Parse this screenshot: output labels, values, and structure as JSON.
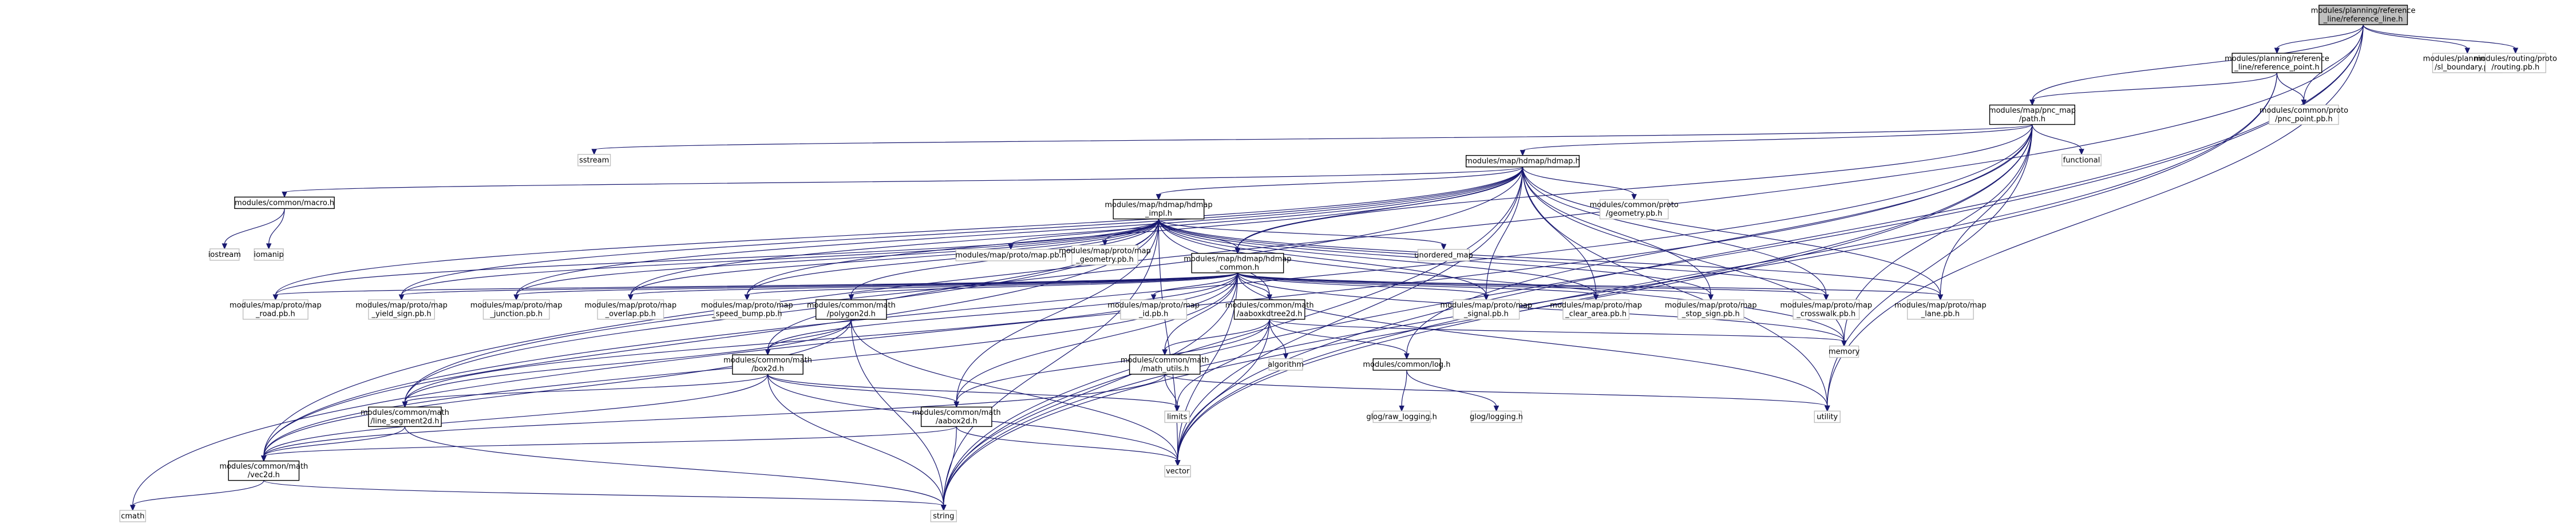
{
  "diagram": {
    "nodes": [
      {
        "id": "root",
        "lines": [
          "modules/planning/reference",
          "_line/reference_line.h"
        ],
        "kind": "root"
      },
      {
        "id": "ref_point",
        "lines": [
          "modules/planning/reference",
          "_line/reference_point.h"
        ],
        "kind": "internal"
      },
      {
        "id": "sl_boundary",
        "lines": [
          "modules/planning/proto",
          "/sl_boundary.pb.h"
        ],
        "kind": "external"
      },
      {
        "id": "routing_pb",
        "lines": [
          "modules/routing/proto",
          "/routing.pb.h"
        ],
        "kind": "external"
      },
      {
        "id": "pnc_map",
        "lines": [
          "modules/map/pnc_map",
          "/path.h"
        ],
        "kind": "internal"
      },
      {
        "id": "pnc_point_pb",
        "lines": [
          "modules/common/proto",
          "/pnc_point.pb.h"
        ],
        "kind": "external"
      },
      {
        "id": "sstream",
        "lines": [
          "sstream"
        ],
        "kind": "external"
      },
      {
        "id": "hdmap_h",
        "lines": [
          "modules/map/hdmap/hdmap.h"
        ],
        "kind": "internal"
      },
      {
        "id": "functional",
        "lines": [
          "functional"
        ],
        "kind": "external"
      },
      {
        "id": "macro_h",
        "lines": [
          "modules/common/macro.h"
        ],
        "kind": "internal"
      },
      {
        "id": "hdmap_impl",
        "lines": [
          "modules/map/hdmap/hdmap",
          "_impl.h"
        ],
        "kind": "internal"
      },
      {
        "id": "common_geometry_pb",
        "lines": [
          "modules/common/proto",
          "/geometry.pb.h"
        ],
        "kind": "external"
      },
      {
        "id": "iostream",
        "lines": [
          "iostream"
        ],
        "kind": "external"
      },
      {
        "id": "iomanip",
        "lines": [
          "iomanip"
        ],
        "kind": "external"
      },
      {
        "id": "map_pb",
        "lines": [
          "modules/map/proto/map.pb.h"
        ],
        "kind": "external"
      },
      {
        "id": "map_geometry_pb",
        "lines": [
          "modules/map/proto/map",
          "_geometry.pb.h"
        ],
        "kind": "external"
      },
      {
        "id": "hdmap_common",
        "lines": [
          "modules/map/hdmap/hdmap",
          "_common.h"
        ],
        "kind": "internal"
      },
      {
        "id": "unordered_map",
        "lines": [
          "unordered_map"
        ],
        "kind": "external"
      },
      {
        "id": "map_road_pb",
        "lines": [
          "modules/map/proto/map",
          "_road.pb.h"
        ],
        "kind": "external"
      },
      {
        "id": "map_yield_sign_pb",
        "lines": [
          "modules/map/proto/map",
          "_yield_sign.pb.h"
        ],
        "kind": "external"
      },
      {
        "id": "map_junction_pb",
        "lines": [
          "modules/map/proto/map",
          "_junction.pb.h"
        ],
        "kind": "external"
      },
      {
        "id": "map_overlap_pb",
        "lines": [
          "modules/map/proto/map",
          "_overlap.pb.h"
        ],
        "kind": "external"
      },
      {
        "id": "map_speed_bump_pb",
        "lines": [
          "modules/map/proto/map",
          "_speed_bump.pb.h"
        ],
        "kind": "external"
      },
      {
        "id": "polygon2d",
        "lines": [
          "modules/common/math",
          "/polygon2d.h"
        ],
        "kind": "internal"
      },
      {
        "id": "map_id_pb",
        "lines": [
          "modules/map/proto/map",
          "_id.pb.h"
        ],
        "kind": "external"
      },
      {
        "id": "aaboxkdtree2d",
        "lines": [
          "modules/common/math",
          "/aaboxkdtree2d.h"
        ],
        "kind": "internal"
      },
      {
        "id": "map_signal_pb",
        "lines": [
          "modules/map/proto/map",
          "_signal.pb.h"
        ],
        "kind": "external"
      },
      {
        "id": "map_clear_area_pb",
        "lines": [
          "modules/map/proto/map",
          "_clear_area.pb.h"
        ],
        "kind": "external"
      },
      {
        "id": "map_stop_sign_pb",
        "lines": [
          "modules/map/proto/map",
          "_stop_sign.pb.h"
        ],
        "kind": "external"
      },
      {
        "id": "map_crosswalk_pb",
        "lines": [
          "modules/map/proto/map",
          "_crosswalk.pb.h"
        ],
        "kind": "external"
      },
      {
        "id": "map_lane_pb",
        "lines": [
          "modules/map/proto/map",
          "_lane.pb.h"
        ],
        "kind": "external"
      },
      {
        "id": "memory",
        "lines": [
          "memory"
        ],
        "kind": "external"
      },
      {
        "id": "box2d",
        "lines": [
          "modules/common/math",
          "/box2d.h"
        ],
        "kind": "internal"
      },
      {
        "id": "math_utils",
        "lines": [
          "modules/common/math",
          "/math_utils.h"
        ],
        "kind": "internal"
      },
      {
        "id": "algorithm",
        "lines": [
          "algorithm"
        ],
        "kind": "external"
      },
      {
        "id": "log_h",
        "lines": [
          "modules/common/log.h"
        ],
        "kind": "internal"
      },
      {
        "id": "line_segment2d",
        "lines": [
          "modules/common/math",
          "/line_segment2d.h"
        ],
        "kind": "internal"
      },
      {
        "id": "aabox2d",
        "lines": [
          "modules/common/math",
          "/aabox2d.h"
        ],
        "kind": "internal"
      },
      {
        "id": "limits",
        "lines": [
          "limits"
        ],
        "kind": "external"
      },
      {
        "id": "glog_raw_logging",
        "lines": [
          "glog/raw_logging.h"
        ],
        "kind": "external"
      },
      {
        "id": "glog_logging",
        "lines": [
          "glog/logging.h"
        ],
        "kind": "external"
      },
      {
        "id": "utility",
        "lines": [
          "utility"
        ],
        "kind": "external"
      },
      {
        "id": "vec2d",
        "lines": [
          "modules/common/math",
          "/vec2d.h"
        ],
        "kind": "internal"
      },
      {
        "id": "vector",
        "lines": [
          "vector"
        ],
        "kind": "external"
      },
      {
        "id": "cmath",
        "lines": [
          "cmath"
        ],
        "kind": "external"
      },
      {
        "id": "string",
        "lines": [
          "string"
        ],
        "kind": "external"
      }
    ],
    "edges": [
      [
        "root",
        "ref_point"
      ],
      [
        "root",
        "sl_boundary"
      ],
      [
        "root",
        "routing_pb"
      ],
      [
        "root",
        "pnc_map"
      ],
      [
        "root",
        "pnc_point_pb"
      ],
      [
        "root",
        "vec2d"
      ],
      [
        "root",
        "vector"
      ],
      [
        "root",
        "string"
      ],
      [
        "root",
        "utility"
      ],
      [
        "ref_point",
        "pnc_map"
      ],
      [
        "ref_point",
        "pnc_point_pb"
      ],
      [
        "ref_point",
        "vector"
      ],
      [
        "ref_point",
        "string"
      ],
      [
        "pnc_map",
        "sstream"
      ],
      [
        "pnc_map",
        "hdmap_h"
      ],
      [
        "pnc_map",
        "functional"
      ],
      [
        "pnc_map",
        "hdmap_common"
      ],
      [
        "pnc_map",
        "map_lane_pb"
      ],
      [
        "pnc_map",
        "memory"
      ],
      [
        "pnc_map",
        "utility"
      ],
      [
        "pnc_map",
        "vector"
      ],
      [
        "pnc_map",
        "string"
      ],
      [
        "pnc_map",
        "cmath"
      ],
      [
        "pnc_map",
        "vec2d"
      ],
      [
        "pnc_map",
        "log_h"
      ],
      [
        "hdmap_h",
        "macro_h"
      ],
      [
        "hdmap_h",
        "hdmap_impl"
      ],
      [
        "hdmap_h",
        "common_geometry_pb"
      ],
      [
        "hdmap_h",
        "hdmap_common"
      ],
      [
        "hdmap_h",
        "map_signal_pb"
      ],
      [
        "hdmap_h",
        "map_clear_area_pb"
      ],
      [
        "hdmap_h",
        "map_stop_sign_pb"
      ],
      [
        "hdmap_h",
        "map_crosswalk_pb"
      ],
      [
        "hdmap_h",
        "map_lane_pb"
      ],
      [
        "hdmap_h",
        "memory"
      ],
      [
        "hdmap_h",
        "string"
      ],
      [
        "hdmap_h",
        "vector"
      ],
      [
        "hdmap_h",
        "utility"
      ],
      [
        "hdmap_h",
        "map_junction_pb"
      ],
      [
        "hdmap_h",
        "map_overlap_pb"
      ],
      [
        "hdmap_h",
        "map_road_pb"
      ],
      [
        "hdmap_h",
        "map_yield_sign_pb"
      ],
      [
        "hdmap_h",
        "map_speed_bump_pb"
      ],
      [
        "hdmap_h",
        "line_segment2d"
      ],
      [
        "macro_h",
        "iostream"
      ],
      [
        "macro_h",
        "iomanip"
      ],
      [
        "hdmap_impl",
        "map_pb"
      ],
      [
        "hdmap_impl",
        "map_geometry_pb"
      ],
      [
        "hdmap_impl",
        "hdmap_common"
      ],
      [
        "hdmap_impl",
        "unordered_map"
      ],
      [
        "hdmap_impl",
        "map_road_pb"
      ],
      [
        "hdmap_impl",
        "map_yield_sign_pb"
      ],
      [
        "hdmap_impl",
        "map_junction_pb"
      ],
      [
        "hdmap_impl",
        "map_overlap_pb"
      ],
      [
        "hdmap_impl",
        "map_speed_bump_pb"
      ],
      [
        "hdmap_impl",
        "polygon2d"
      ],
      [
        "hdmap_impl",
        "map_signal_pb"
      ],
      [
        "hdmap_impl",
        "map_clear_area_pb"
      ],
      [
        "hdmap_impl",
        "map_stop_sign_pb"
      ],
      [
        "hdmap_impl",
        "map_crosswalk_pb"
      ],
      [
        "hdmap_impl",
        "map_lane_pb"
      ],
      [
        "hdmap_impl",
        "aaboxkdtree2d"
      ],
      [
        "hdmap_impl",
        "memory"
      ],
      [
        "hdmap_impl",
        "aabox2d"
      ],
      [
        "hdmap_impl",
        "line_segment2d"
      ],
      [
        "hdmap_impl",
        "vec2d"
      ],
      [
        "hdmap_impl",
        "vector"
      ],
      [
        "hdmap_impl",
        "string"
      ],
      [
        "hdmap_impl",
        "box2d"
      ],
      [
        "hdmap_common",
        "map_road_pb"
      ],
      [
        "hdmap_common",
        "map_yield_sign_pb"
      ],
      [
        "hdmap_common",
        "map_junction_pb"
      ],
      [
        "hdmap_common",
        "map_overlap_pb"
      ],
      [
        "hdmap_common",
        "map_speed_bump_pb"
      ],
      [
        "hdmap_common",
        "polygon2d"
      ],
      [
        "hdmap_common",
        "map_id_pb"
      ],
      [
        "hdmap_common",
        "aaboxkdtree2d"
      ],
      [
        "hdmap_common",
        "map_signal_pb"
      ],
      [
        "hdmap_common",
        "map_clear_area_pb"
      ],
      [
        "hdmap_common",
        "map_stop_sign_pb"
      ],
      [
        "hdmap_common",
        "map_crosswalk_pb"
      ],
      [
        "hdmap_common",
        "map_lane_pb"
      ],
      [
        "hdmap_common",
        "memory"
      ],
      [
        "hdmap_common",
        "math_utils"
      ],
      [
        "hdmap_common",
        "aabox2d"
      ],
      [
        "hdmap_common",
        "line_segment2d"
      ],
      [
        "hdmap_common",
        "vec2d"
      ],
      [
        "hdmap_common",
        "vector"
      ],
      [
        "hdmap_common",
        "string"
      ],
      [
        "hdmap_common",
        "utility"
      ],
      [
        "hdmap_common",
        "box2d"
      ],
      [
        "polygon2d",
        "box2d"
      ],
      [
        "polygon2d",
        "line_segment2d"
      ],
      [
        "polygon2d",
        "vec2d"
      ],
      [
        "polygon2d",
        "vector"
      ],
      [
        "polygon2d",
        "string"
      ],
      [
        "aaboxkdtree2d",
        "memory"
      ],
      [
        "aaboxkdtree2d",
        "algorithm"
      ],
      [
        "aaboxkdtree2d",
        "log_h"
      ],
      [
        "aaboxkdtree2d",
        "math_utils"
      ],
      [
        "aaboxkdtree2d",
        "aabox2d"
      ],
      [
        "aaboxkdtree2d",
        "limits"
      ],
      [
        "aaboxkdtree2d",
        "vector"
      ],
      [
        "box2d",
        "line_segment2d"
      ],
      [
        "box2d",
        "aabox2d"
      ],
      [
        "box2d",
        "vec2d"
      ],
      [
        "box2d",
        "vector"
      ],
      [
        "box2d",
        "string"
      ],
      [
        "box2d",
        "limits"
      ],
      [
        "math_utils",
        "vec2d"
      ],
      [
        "math_utils",
        "limits"
      ],
      [
        "math_utils",
        "utility"
      ],
      [
        "log_h",
        "glog_raw_logging"
      ],
      [
        "log_h",
        "glog_logging"
      ],
      [
        "line_segment2d",
        "vec2d"
      ],
      [
        "line_segment2d",
        "string"
      ],
      [
        "aabox2d",
        "vec2d"
      ],
      [
        "aabox2d",
        "string"
      ],
      [
        "aabox2d",
        "vector"
      ],
      [
        "vec2d",
        "cmath"
      ],
      [
        "vec2d",
        "string"
      ]
    ]
  }
}
